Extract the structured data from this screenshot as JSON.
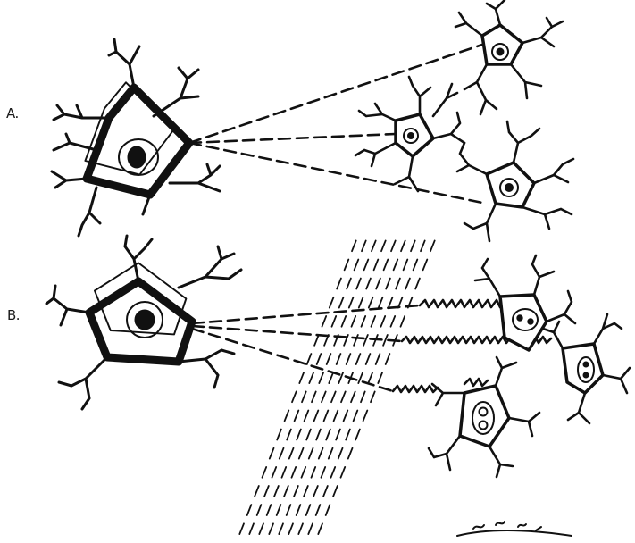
{
  "diagram": {
    "panels": [
      {
        "id": "A",
        "label": "A."
      },
      {
        "id": "B",
        "label": "B."
      }
    ],
    "colors": {
      "ink": "#111111",
      "paper": "#ffffff"
    }
  }
}
